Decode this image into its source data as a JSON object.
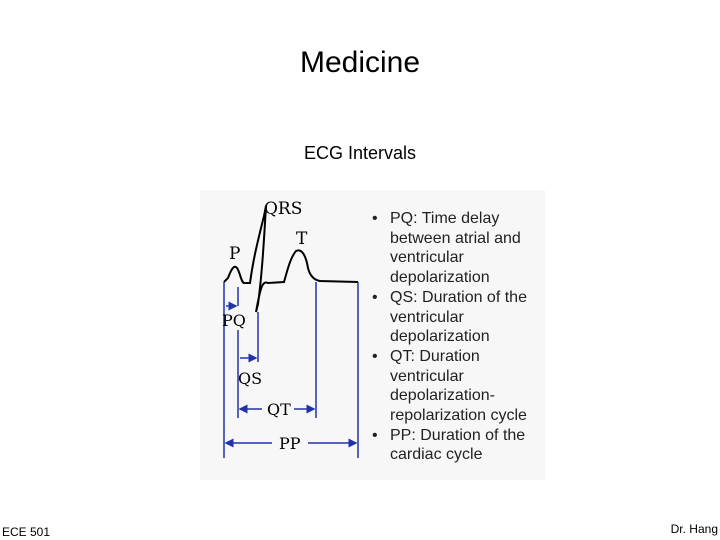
{
  "slide": {
    "title": "Medicine",
    "subtitle": "ECG Intervals"
  },
  "diagram": {
    "wave_labels": {
      "p": "P",
      "qrs": "QRS",
      "t": "T"
    },
    "interval_labels": {
      "pq": "PQ",
      "qs": "QS",
      "qt": "QT",
      "pp": "PP"
    }
  },
  "bullets": [
    {
      "lines": [
        "PQ: Time delay",
        "between atrial and",
        "ventricular",
        "depolarization"
      ]
    },
    {
      "lines": [
        "QS: Duration of the",
        "ventricular",
        "depolarization"
      ]
    },
    {
      "lines": [
        "QT: Duration",
        "ventricular",
        "depolarization-",
        "repolarization cycle"
      ]
    },
    {
      "lines": [
        "PP: Duration of the",
        "cardiac cycle"
      ]
    }
  ],
  "footer": {
    "left": "ECE 501",
    "right": "Dr. Hang"
  },
  "colors": {
    "interval_lines": "#2233aa",
    "waveform": "#000000"
  }
}
